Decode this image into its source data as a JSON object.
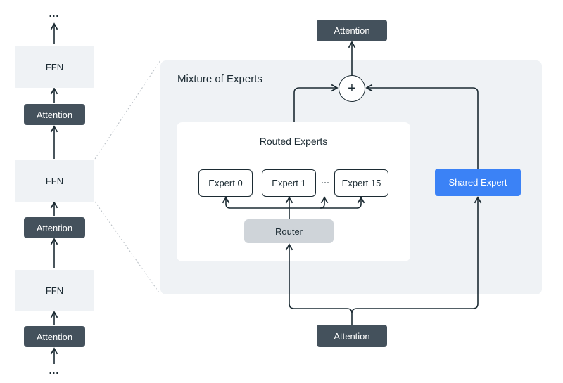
{
  "stack": {
    "top_ellipsis": "...",
    "bottom_ellipsis": "...",
    "ffn_top": "FFN",
    "attention_1": "Attention",
    "ffn_middle": "FFN",
    "attention_2": "Attention",
    "ffn_bottom": "FFN",
    "attention_3": "Attention"
  },
  "moe": {
    "title": "Mixture of Experts",
    "output_attention": "Attention",
    "input_attention": "Attention",
    "plus_symbol": "+",
    "routed_title": "Routed Experts",
    "expert_0": "Expert 0",
    "expert_1": "Expert 1",
    "expert_ellipsis": "···",
    "expert_15": "Expert 15",
    "router": "Router",
    "shared_expert": "Shared Expert"
  },
  "colors": {
    "dark_box": "#44515c",
    "light_box": "#eff2f5",
    "shared_expert": "#3b82f6",
    "router": "#cfd4d9",
    "panel": "#eff2f5"
  }
}
